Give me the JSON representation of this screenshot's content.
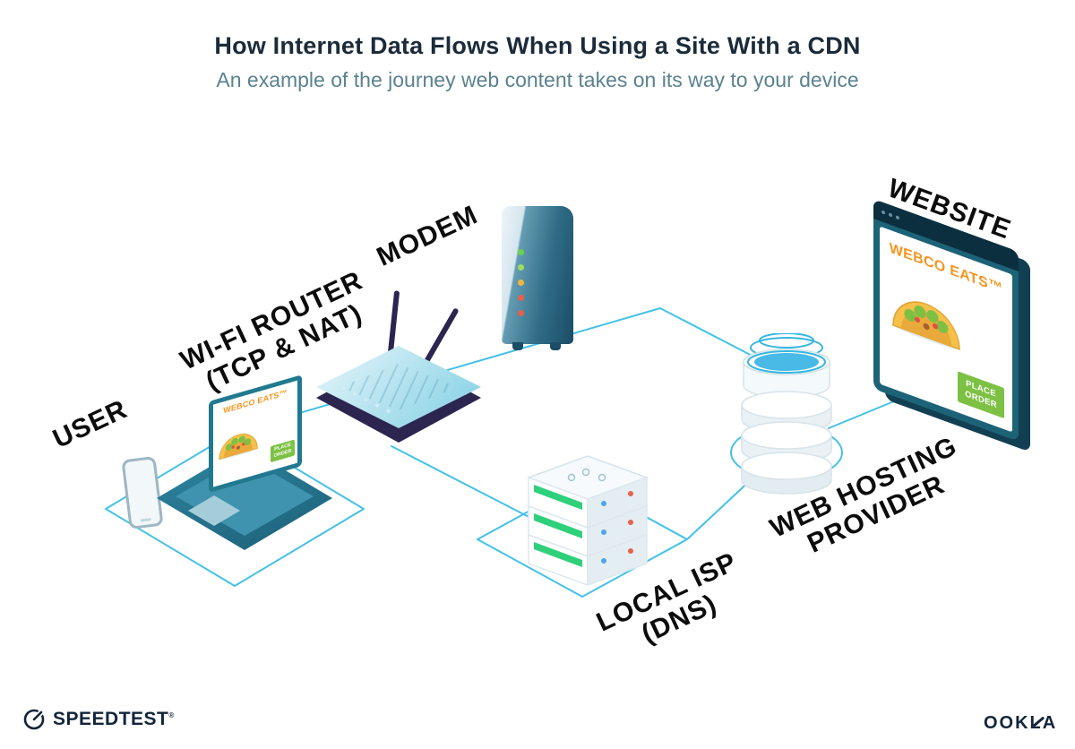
{
  "header": {
    "title": "How Internet Data Flows When Using a Site With a CDN",
    "subtitle": "An example of the journey web content takes on its way to your device"
  },
  "nodes": {
    "user": {
      "label": "USER"
    },
    "router": {
      "line1": "WI-FI ROUTER",
      "line2": "(TCP & NAT)"
    },
    "modem": {
      "label": "MODEM"
    },
    "website": {
      "label": "WEBSITE"
    },
    "hosting": {
      "line1": "WEB HOSTING",
      "line2": "PROVIDER"
    },
    "isp": {
      "line1": "LOCAL ISP",
      "line2": "(DNS)"
    }
  },
  "edges": [
    {
      "from": "user",
      "to": "wifi-router"
    },
    {
      "from": "wifi-router",
      "to": "modem"
    },
    {
      "from": "modem",
      "to": "web-hosting-provider"
    },
    {
      "from": "wifi-router",
      "to": "local-isp"
    },
    {
      "from": "local-isp",
      "to": "web-hosting-provider"
    },
    {
      "from": "web-hosting-provider",
      "to": "website"
    }
  ],
  "website_screen": {
    "brand": "WEBCO EATS™",
    "order_button": "PLACE ORDER"
  },
  "laptop_screen": {
    "brand": "WEBCO EATS™",
    "order_button": "PLACE ORDER"
  },
  "footer": {
    "speedtest_wordmark": "SPEEDTEST",
    "speedtest_reg": "®",
    "ookla_wordmark": "OOKLA"
  },
  "colors": {
    "connection_line": "#45c1e8",
    "title_navy": "#1b2b3a",
    "subtitle_teal": "#5a8290",
    "brand_orange": "#f7941d",
    "button_green": "#7cc144",
    "website_frame_teal": "#1d6378",
    "device_navy": "#2b2550",
    "modem_leds": [
      "#6ed14b",
      "#9fdc60",
      "#f2b63c",
      "#e8604c",
      "#e8604c"
    ],
    "server_led_green": "#2fd07a"
  }
}
